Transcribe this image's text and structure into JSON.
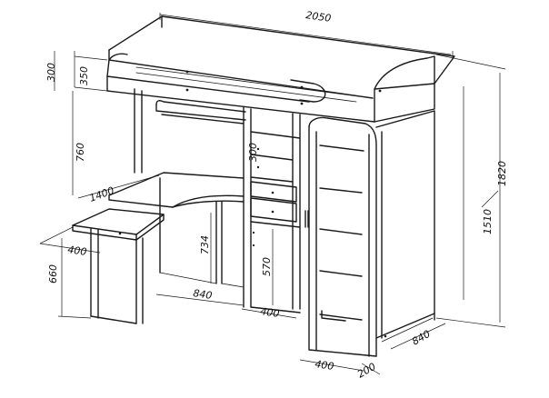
{
  "dimensions": {
    "width_total": "2050",
    "height_total": "1820",
    "sleep_height": "1510",
    "top_rail": "350",
    "side_rail": "300",
    "desk_height": "760",
    "desk_length": "1400",
    "pullout_width": "400",
    "pullout_height": "660",
    "knee_space": "840",
    "leg_height": "734",
    "shelf_height": "300",
    "cabinet_height": "570",
    "cabinet_width": "400",
    "ladder_width": "400",
    "ladder_depth": "200",
    "depth": "840"
  }
}
